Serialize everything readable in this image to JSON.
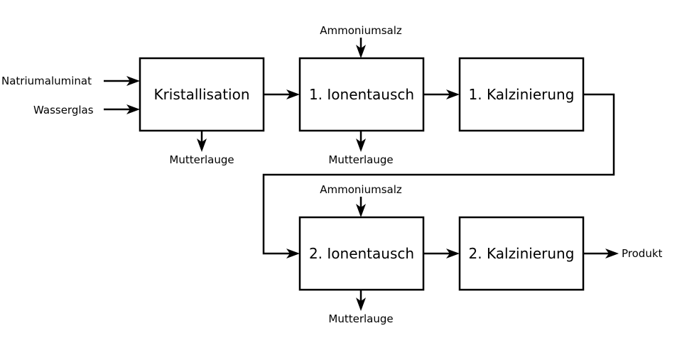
{
  "process": {
    "boxes": {
      "kristallisation": "Kristallisation",
      "ionentausch1": "1. Ionentausch",
      "kalzinierung1": "1. Kalzinierung",
      "ionentausch2": "2. Ionentausch",
      "kalzinierung2": "2. Kalzinierung"
    },
    "inputs": {
      "natriumaluminat": "Natriumaluminat",
      "wasserglas": "Wasserglas",
      "ammoniumsalz1": "Ammoniumsalz",
      "ammoniumsalz2": "Ammoniumsalz"
    },
    "outputs": {
      "mutterlauge1": "Mutterlauge",
      "mutterlauge2": "Mutterlauge",
      "mutterlauge3": "Mutterlauge",
      "produkt": "Produkt"
    }
  }
}
